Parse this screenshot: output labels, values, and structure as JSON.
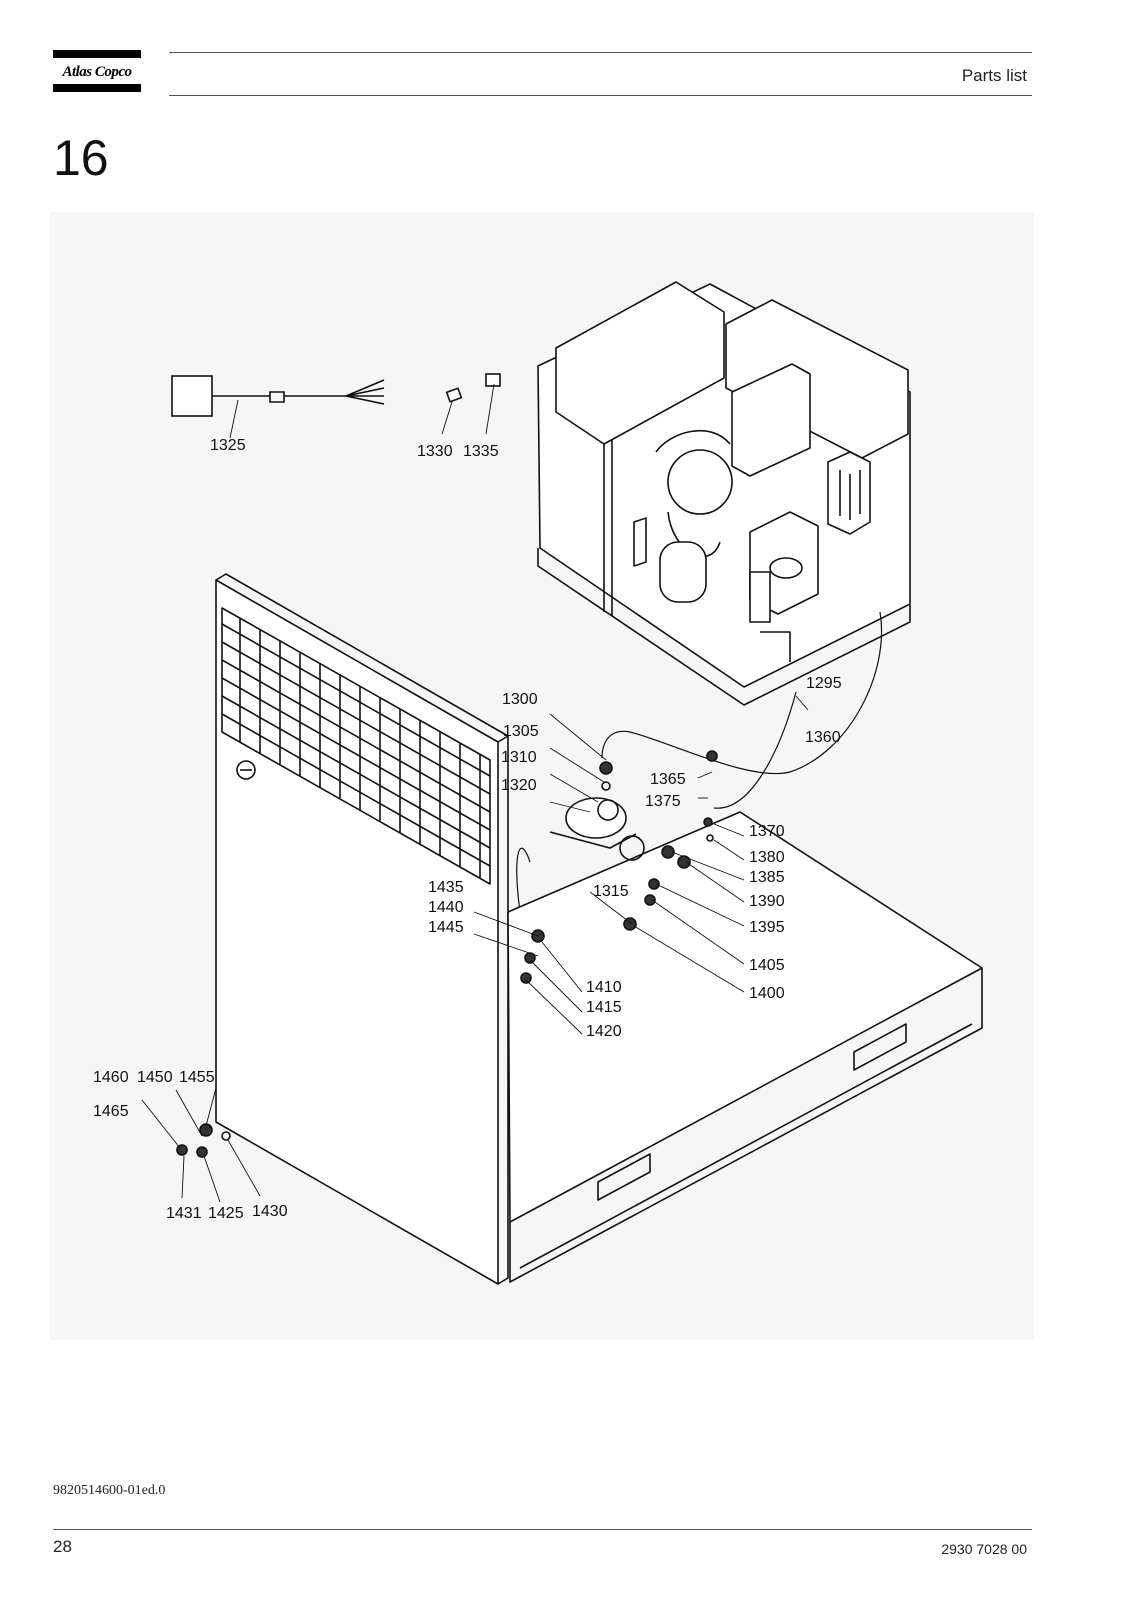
{
  "header": {
    "brand": "Atlas Copco",
    "title": "Parts list"
  },
  "section": {
    "number": "16"
  },
  "drawing": {
    "callouts": {
      "c1325": "1325",
      "c1330": "1330",
      "c1335": "1335",
      "c1300": "1300",
      "c1305": "1305",
      "c1310": "1310",
      "c1320": "1320",
      "c1295": "1295",
      "c1360": "1360",
      "c1365": "1365",
      "c1375": "1375",
      "c1370": "1370",
      "c1380": "1380",
      "c1385": "1385",
      "c1390": "1390",
      "c1395": "1395",
      "c1405": "1405",
      "c1400": "1400",
      "c1315": "1315",
      "c1435": "1435",
      "c1440": "1440",
      "c1445": "1445",
      "c1410": "1410",
      "c1415": "1415",
      "c1420": "1420",
      "c1460": "1460",
      "c1450": "1450",
      "c1455": "1455",
      "c1465": "1465",
      "c1431": "1431",
      "c1425": "1425",
      "c1430": "1430"
    }
  },
  "footer": {
    "doc_code": "9820514600-01ed.0",
    "page_number": "28",
    "part_number": "2930 7028 00"
  }
}
